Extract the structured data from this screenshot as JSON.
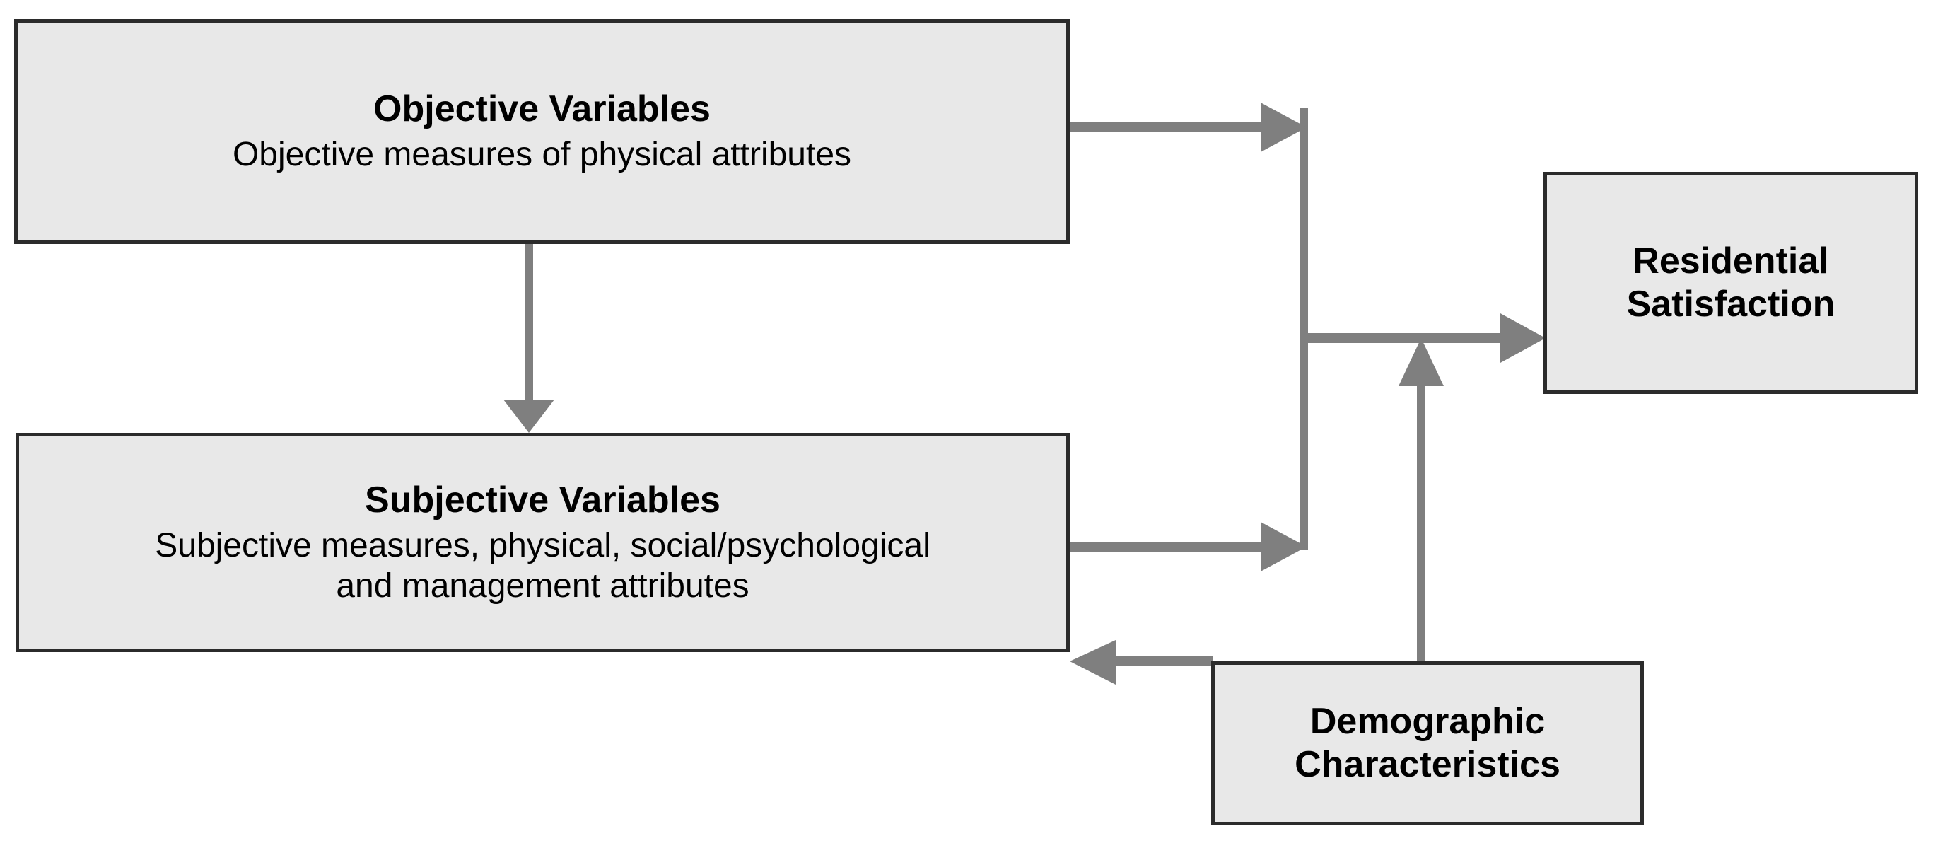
{
  "diagram": {
    "colors": {
      "box_fill": "#e8e8e8",
      "box_border": "#2b2b2b",
      "connector": "#7f7f7f",
      "text": "#000000",
      "background": "#ffffff"
    },
    "nodes": [
      {
        "id": "objective",
        "title": "Objective Variables",
        "subtitle": "Objective measures of physical attributes"
      },
      {
        "id": "subjective",
        "title": "Subjective Variables",
        "subtitle_line1": "Subjective measures, physical, social/psychological",
        "subtitle_line2": "and management attributes"
      },
      {
        "id": "residential",
        "title_line1": "Residential",
        "title_line2": "Satisfaction"
      },
      {
        "id": "demographic",
        "title_line1": "Demographic",
        "title_line2": "Characteristics"
      }
    ],
    "edges": [
      {
        "id": "objective-to-subjective",
        "from": "objective",
        "to": "subjective",
        "style": "straight-down-arrow"
      },
      {
        "id": "objective-to-trunk",
        "from": "objective",
        "to": "residential",
        "style": "right-arrow-into-trunk"
      },
      {
        "id": "subjective-to-trunk",
        "from": "subjective",
        "to": "residential",
        "style": "right-arrow-into-trunk"
      },
      {
        "id": "trunk-to-residential",
        "from": "trunk",
        "to": "residential",
        "style": "right-arrow"
      },
      {
        "id": "demographic-to-residential",
        "from": "demographic",
        "to": "residential",
        "style": "up-arrow"
      },
      {
        "id": "demographic-to-subjective",
        "from": "demographic",
        "to": "subjective",
        "style": "left-arrow"
      }
    ]
  }
}
